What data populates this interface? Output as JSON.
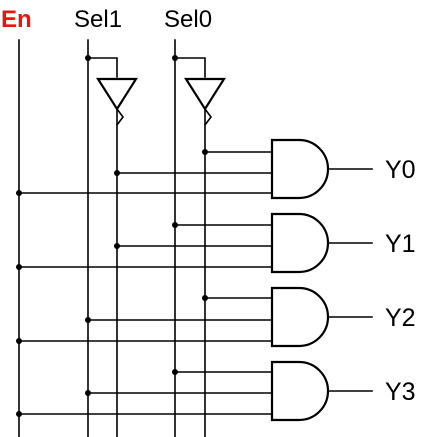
{
  "inputs": {
    "enable": {
      "label": "En",
      "color": "#e8160c"
    },
    "sel1": {
      "label": "Sel1"
    },
    "sel0": {
      "label": "Sel0"
    }
  },
  "outputs": [
    {
      "label": "Y0"
    },
    {
      "label": "Y1"
    },
    {
      "label": "Y2"
    },
    {
      "label": "Y3"
    }
  ],
  "colors": {
    "wire": "#000000",
    "background": "#ffffff"
  }
}
